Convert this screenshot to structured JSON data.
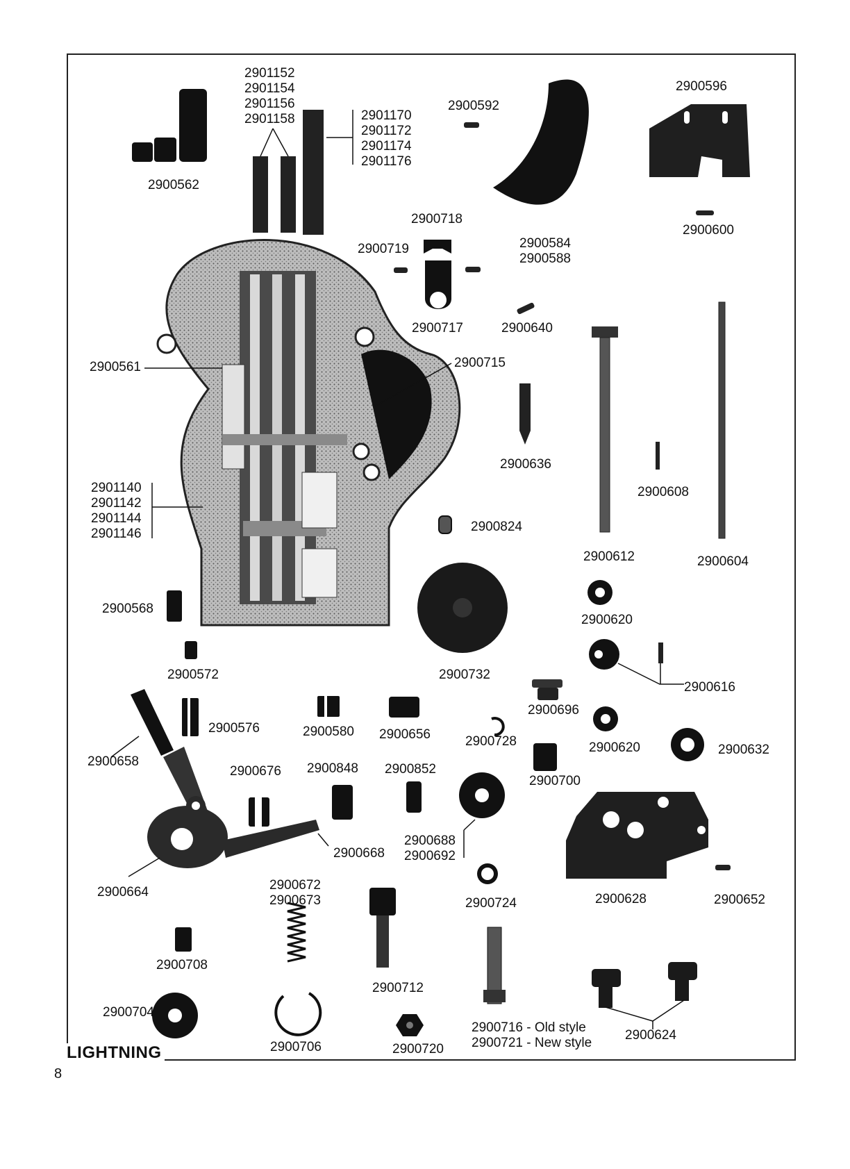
{
  "brand": "LIGHTNING",
  "page_number": "8",
  "parts": {
    "p2901152_58": [
      "2901152",
      "2901154",
      "2901156",
      "2901158"
    ],
    "p2901170_76": [
      "2901170",
      "2901172",
      "2901174",
      "2901176"
    ],
    "p2900562": "2900562",
    "p2900592": "2900592",
    "p2900596": "2900596",
    "p2900600": "2900600",
    "p2900584_88": [
      "2900584",
      "2900588"
    ],
    "p2900718": "2900718",
    "p2900719": "2900719",
    "p2900717": "2900717",
    "p2900640": "2900640",
    "p2900561": "2900561",
    "p2900715": "2900715",
    "p2900636": "2900636",
    "p2900608": "2900608",
    "p2901140_46": [
      "2901140",
      "2901142",
      "2901144",
      "2901146"
    ],
    "p2900824": "2900824",
    "p2900612": "2900612",
    "p2900604": "2900604",
    "p2900568": "2900568",
    "p2900620a": "2900620",
    "p2900572": "2900572",
    "p2900732": "2900732",
    "p2900616": "2900616",
    "p2900696": "2900696",
    "p2900576": "2900576",
    "p2900580": "2900580",
    "p2900656": "2900656",
    "p2900728": "2900728",
    "p2900620b": "2900620",
    "p2900632": "2900632",
    "p2900658": "2900658",
    "p2900676": "2900676",
    "p2900848": "2900848",
    "p2900852": "2900852",
    "p2900700": "2900700",
    "p2900688_92": [
      "2900688",
      "2900692"
    ],
    "p2900668": "2900668",
    "p2900664": "2900664",
    "p2900672_73": [
      "2900672",
      "2900673"
    ],
    "p2900724": "2900724",
    "p2900628": "2900628",
    "p2900652": "2900652",
    "p2900708": "2900708",
    "p2900712": "2900712",
    "p2900704": "2900704",
    "p2900706": "2900706",
    "p2900720": "2900720",
    "p2900716_21": [
      "2900716 - Old style",
      "2900721 - New style"
    ],
    "p2900624": "2900624"
  }
}
